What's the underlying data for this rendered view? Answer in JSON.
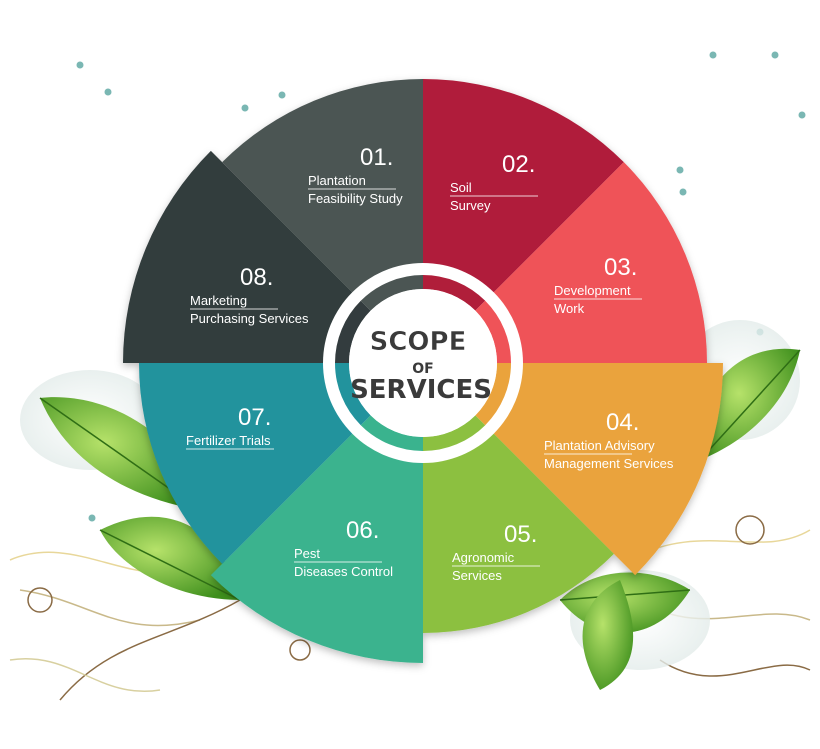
{
  "center": {
    "line1": "SCOPE",
    "line2": "OF",
    "line3": "SERVICES"
  },
  "colors": {
    "s01": "#b01e3a",
    "s02": "#ef5358",
    "s03": "#eaa33c",
    "s04": "#8cc040",
    "s05": "#3ab38e",
    "s06": "#22939d",
    "s07": "#333c3e",
    "s08": "#4b5553",
    "leaf": "#6cbf2d",
    "leaf_dark": "#3e8f1c"
  },
  "segments": [
    {
      "id": "s01",
      "number": "01.",
      "lines": [
        "Plantation",
        "Feasibility Study"
      ]
    },
    {
      "id": "s02",
      "number": "02.",
      "lines": [
        "Soil",
        "Survey"
      ]
    },
    {
      "id": "s03",
      "number": "03.",
      "lines": [
        "Development",
        "Work"
      ]
    },
    {
      "id": "s04",
      "number": "04.",
      "lines": [
        "Plantation Advisory",
        "Management Services"
      ]
    },
    {
      "id": "s05",
      "number": "05.",
      "lines": [
        "Agronomic",
        "Services"
      ]
    },
    {
      "id": "s06",
      "number": "06.",
      "lines": [
        "Pest",
        "Diseases Control"
      ]
    },
    {
      "id": "s07",
      "number": "07.",
      "lines": [
        "Fertilizer Trials"
      ]
    },
    {
      "id": "s08",
      "number": "08.",
      "lines": [
        "Marketing",
        "Purchasing Services"
      ]
    }
  ]
}
